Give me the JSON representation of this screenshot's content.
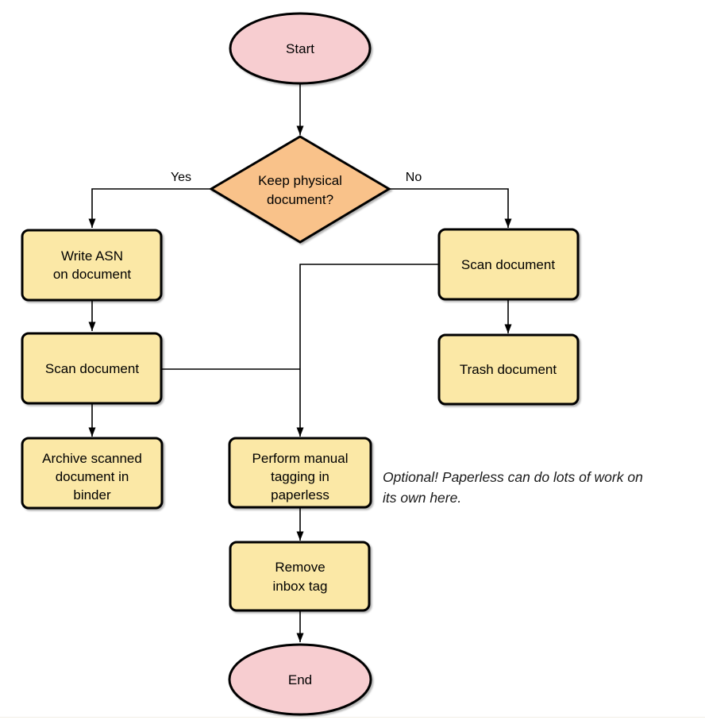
{
  "diagram": {
    "nodes": {
      "start": {
        "label": "Start"
      },
      "decision": {
        "line1": "Keep physical",
        "line2": "document?"
      },
      "write_asn": {
        "line1": "Write ASN",
        "line2": "on document"
      },
      "scan_left": {
        "label": "Scan document"
      },
      "archive": {
        "line1": "Archive scanned",
        "line2": "document in",
        "line3": "binder"
      },
      "scan_right": {
        "label": "Scan document"
      },
      "trash": {
        "label": "Trash document"
      },
      "tagging": {
        "line1": "Perform manual",
        "line2": "tagging in",
        "line3": "paperless"
      },
      "remove_inbox": {
        "line1": "Remove",
        "line2": "inbox tag"
      },
      "end": {
        "label": "End"
      }
    },
    "edge_labels": {
      "yes": "Yes",
      "no": "No"
    },
    "annotation": {
      "line1": "Optional! Paperless can do lots of work on",
      "line2": "its own here."
    },
    "colors": {
      "terminator_fill": "#f7cdd0",
      "decision_fill": "#f9c28a",
      "process_fill": "#fbe8a6",
      "stroke": "#000000",
      "bottom_edge": "#f1eee6"
    }
  }
}
